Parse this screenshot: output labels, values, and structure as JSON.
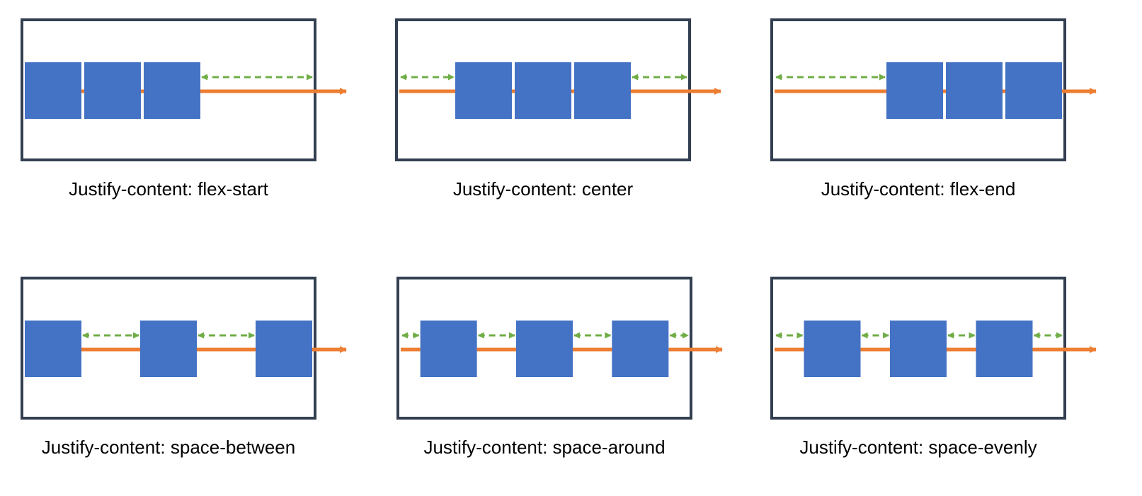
{
  "colors": {
    "frame": "#333f50",
    "item": "#4472c4",
    "main_axis": "#ed7d31",
    "free_space": "#70ad47",
    "background": "#ffffff"
  },
  "panels": [
    {
      "id": "flex-start",
      "caption": "Justify-content: flex-start",
      "mode": "flex-start"
    },
    {
      "id": "center",
      "caption": "Justify-content: center",
      "mode": "center"
    },
    {
      "id": "flex-end",
      "caption": "Justify-content: flex-end",
      "mode": "flex-end"
    },
    {
      "id": "space-between",
      "caption": "Justify-content: space-between",
      "mode": "space-between"
    },
    {
      "id": "space-around",
      "caption": "Justify-content: space-around",
      "mode": "space-around"
    },
    {
      "id": "space-evenly",
      "caption": "Justify-content: space-evenly",
      "mode": "space-evenly"
    }
  ]
}
